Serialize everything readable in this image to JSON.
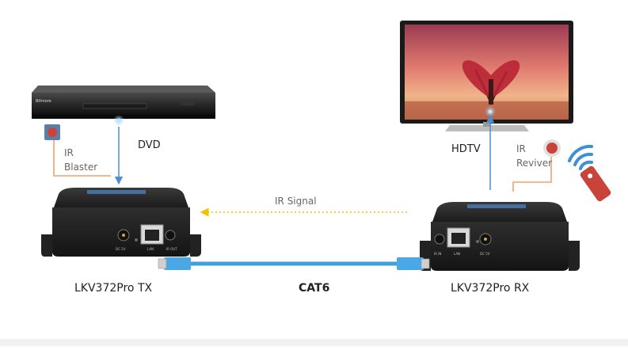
{
  "devices": {
    "dvd": {
      "label": "DVD",
      "brand": "Bitmore"
    },
    "hdtv": {
      "label": "HDTV"
    },
    "tx": {
      "label": "LKV372Pro TX",
      "ports": [
        "DC 5V",
        "LAN",
        "IR OUT"
      ]
    },
    "rx": {
      "label": "LKV372Pro RX",
      "ports": [
        "IR IN",
        "LAN",
        "DC 5V"
      ]
    }
  },
  "ir_blaster": {
    "line1": "IR",
    "line2": "Blaster"
  },
  "ir_receiver": {
    "line1": "IR",
    "line2": "Reviver"
  },
  "ir_signal": {
    "label": "IR Signal"
  },
  "cable": {
    "label": "CAT6"
  },
  "colors": {
    "arrow_blue": "#4a8fd4",
    "ir_orange": "#f0a070",
    "ir_signal_yellow": "#f2c200",
    "cable_blue": "#3da0e0",
    "device_body": "#2a2a2a",
    "ir_button_red": "#c8443a"
  },
  "icons": {
    "remote": "remote-control-icon",
    "wireless": "wireless-signal-icon",
    "ir_dot": "ir-sensor-icon"
  }
}
